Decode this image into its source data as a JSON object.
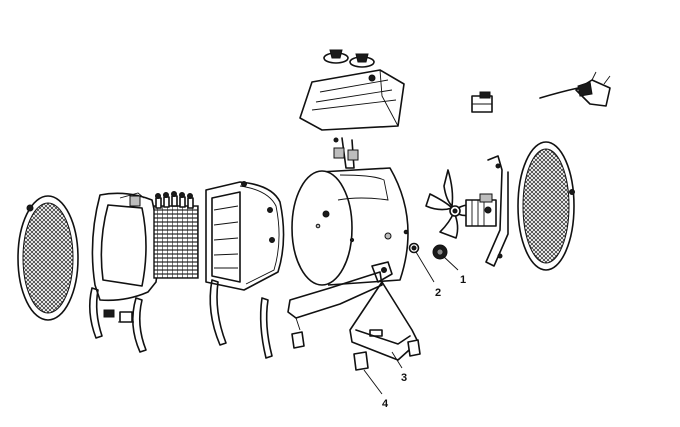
{
  "callouts": [
    {
      "id": "callout-1",
      "label": "1"
    },
    {
      "id": "callout-2",
      "label": "2"
    },
    {
      "id": "callout-3",
      "label": "3"
    },
    {
      "id": "callout-4",
      "label": "4"
    }
  ],
  "colors": {
    "line": "#111111",
    "fill_dark": "#1a1a1a",
    "fill_grey": "#bdbdbd",
    "background": "#ffffff"
  }
}
